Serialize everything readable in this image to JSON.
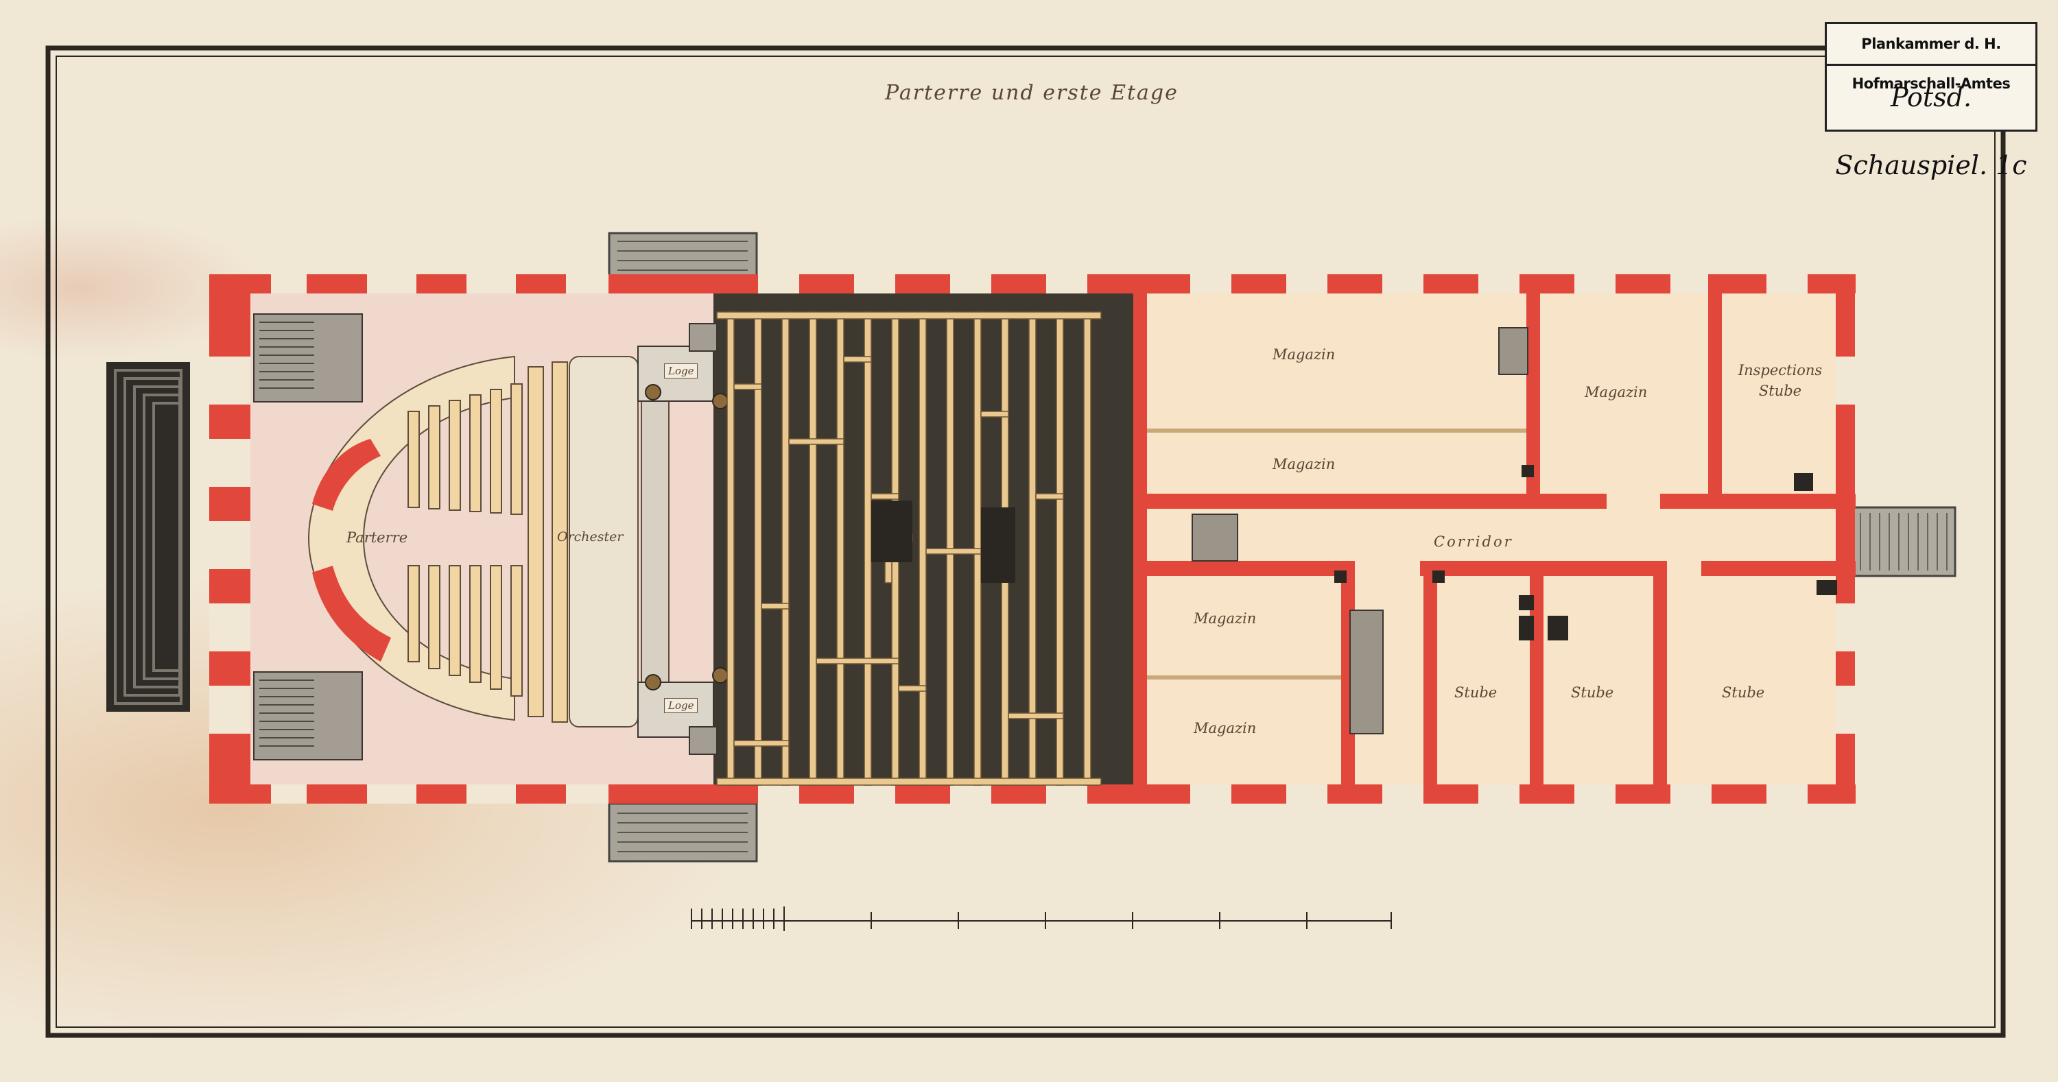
{
  "stamp": {
    "office": "Plankammer d. H. Hofmarschall-Amtes",
    "reference": "Potsd. Schauspiel. 1c"
  },
  "plan": {
    "title": "Parterre und erste Etage"
  },
  "rooms": {
    "parterre": "Parterre",
    "orchester": "Orchester",
    "loge_top": "Loge",
    "loge_bottom": "Loge",
    "magazin_1": "Magazin",
    "magazin_2": "Magazin",
    "magazin_3": "Magazin",
    "magazin_4": "Magazin",
    "magazin_5": "Magazin",
    "inspection": "Inspections Stube",
    "corridor": "Corridor",
    "stube_1": "Stube",
    "stube_2": "Stube",
    "stube_3": "Stube"
  },
  "colors": {
    "paper": "#f1e7d5",
    "wall": "#e2473b",
    "stage_dark": "#3d3830",
    "timber": "#e9c98f",
    "seating": "#f1d6a3",
    "stairs": "#9b9488"
  }
}
